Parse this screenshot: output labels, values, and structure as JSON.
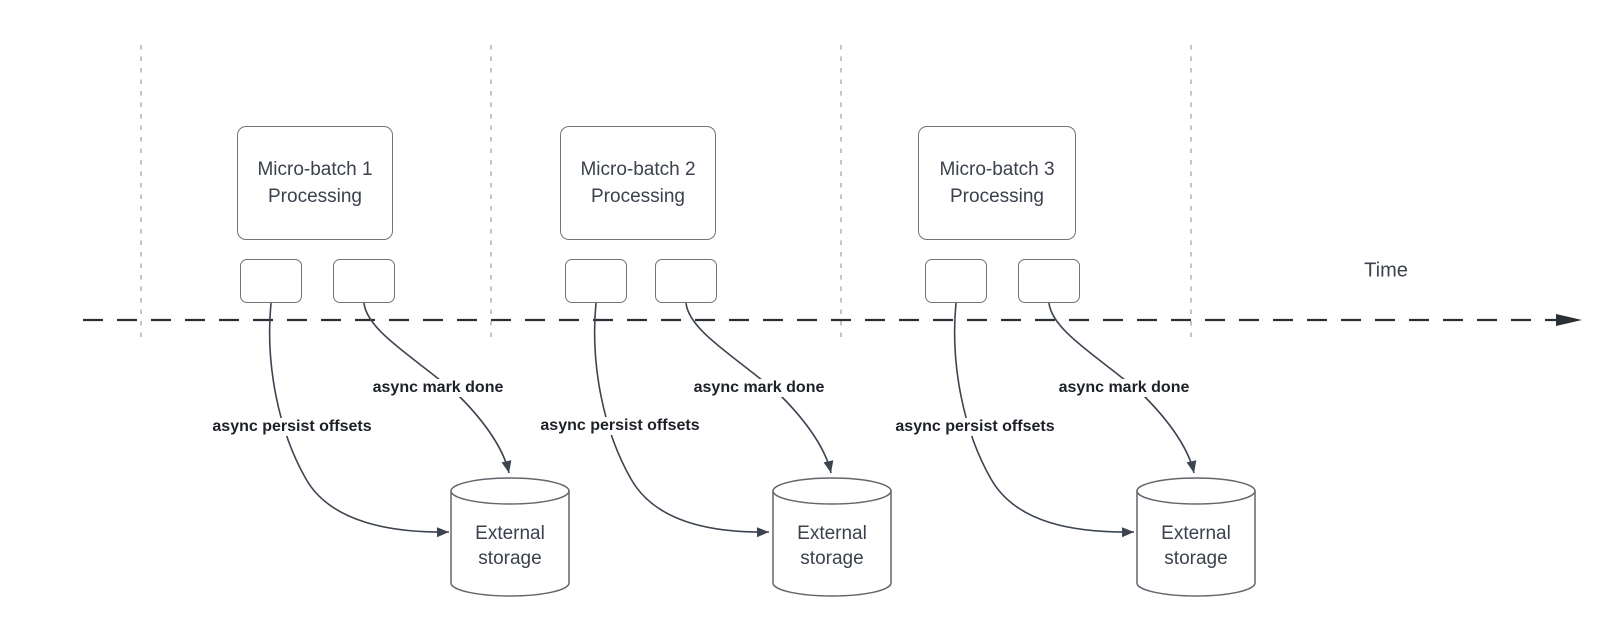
{
  "palette": {
    "background": "#ffffff",
    "curve_stroke": "#3c4450",
    "shape_border": "#70747c",
    "guide_line": "#b5b5b5",
    "timeline_line": "#2b2f36",
    "text_primary": "#3b414d",
    "label_text": "#1d2127"
  },
  "timeline": {
    "label": "Time"
  },
  "batches": [
    {
      "box": {
        "line1": "Micro-batch 1",
        "line2": "Processing"
      },
      "persist_label": "async persist offsets",
      "mark_done_label": "async mark done",
      "storage": {
        "line1": "External",
        "line2": "storage"
      }
    },
    {
      "box": {
        "line1": "Micro-batch 2",
        "line2": "Processing"
      },
      "persist_label": "async persist offsets",
      "mark_done_label": "async mark done",
      "storage": {
        "line1": "External",
        "line2": "storage"
      }
    },
    {
      "box": {
        "line1": "Micro-batch 3",
        "line2": "Processing"
      },
      "persist_label": "async persist offsets",
      "mark_done_label": "async mark done",
      "storage": {
        "line1": "External",
        "line2": "storage"
      }
    }
  ]
}
